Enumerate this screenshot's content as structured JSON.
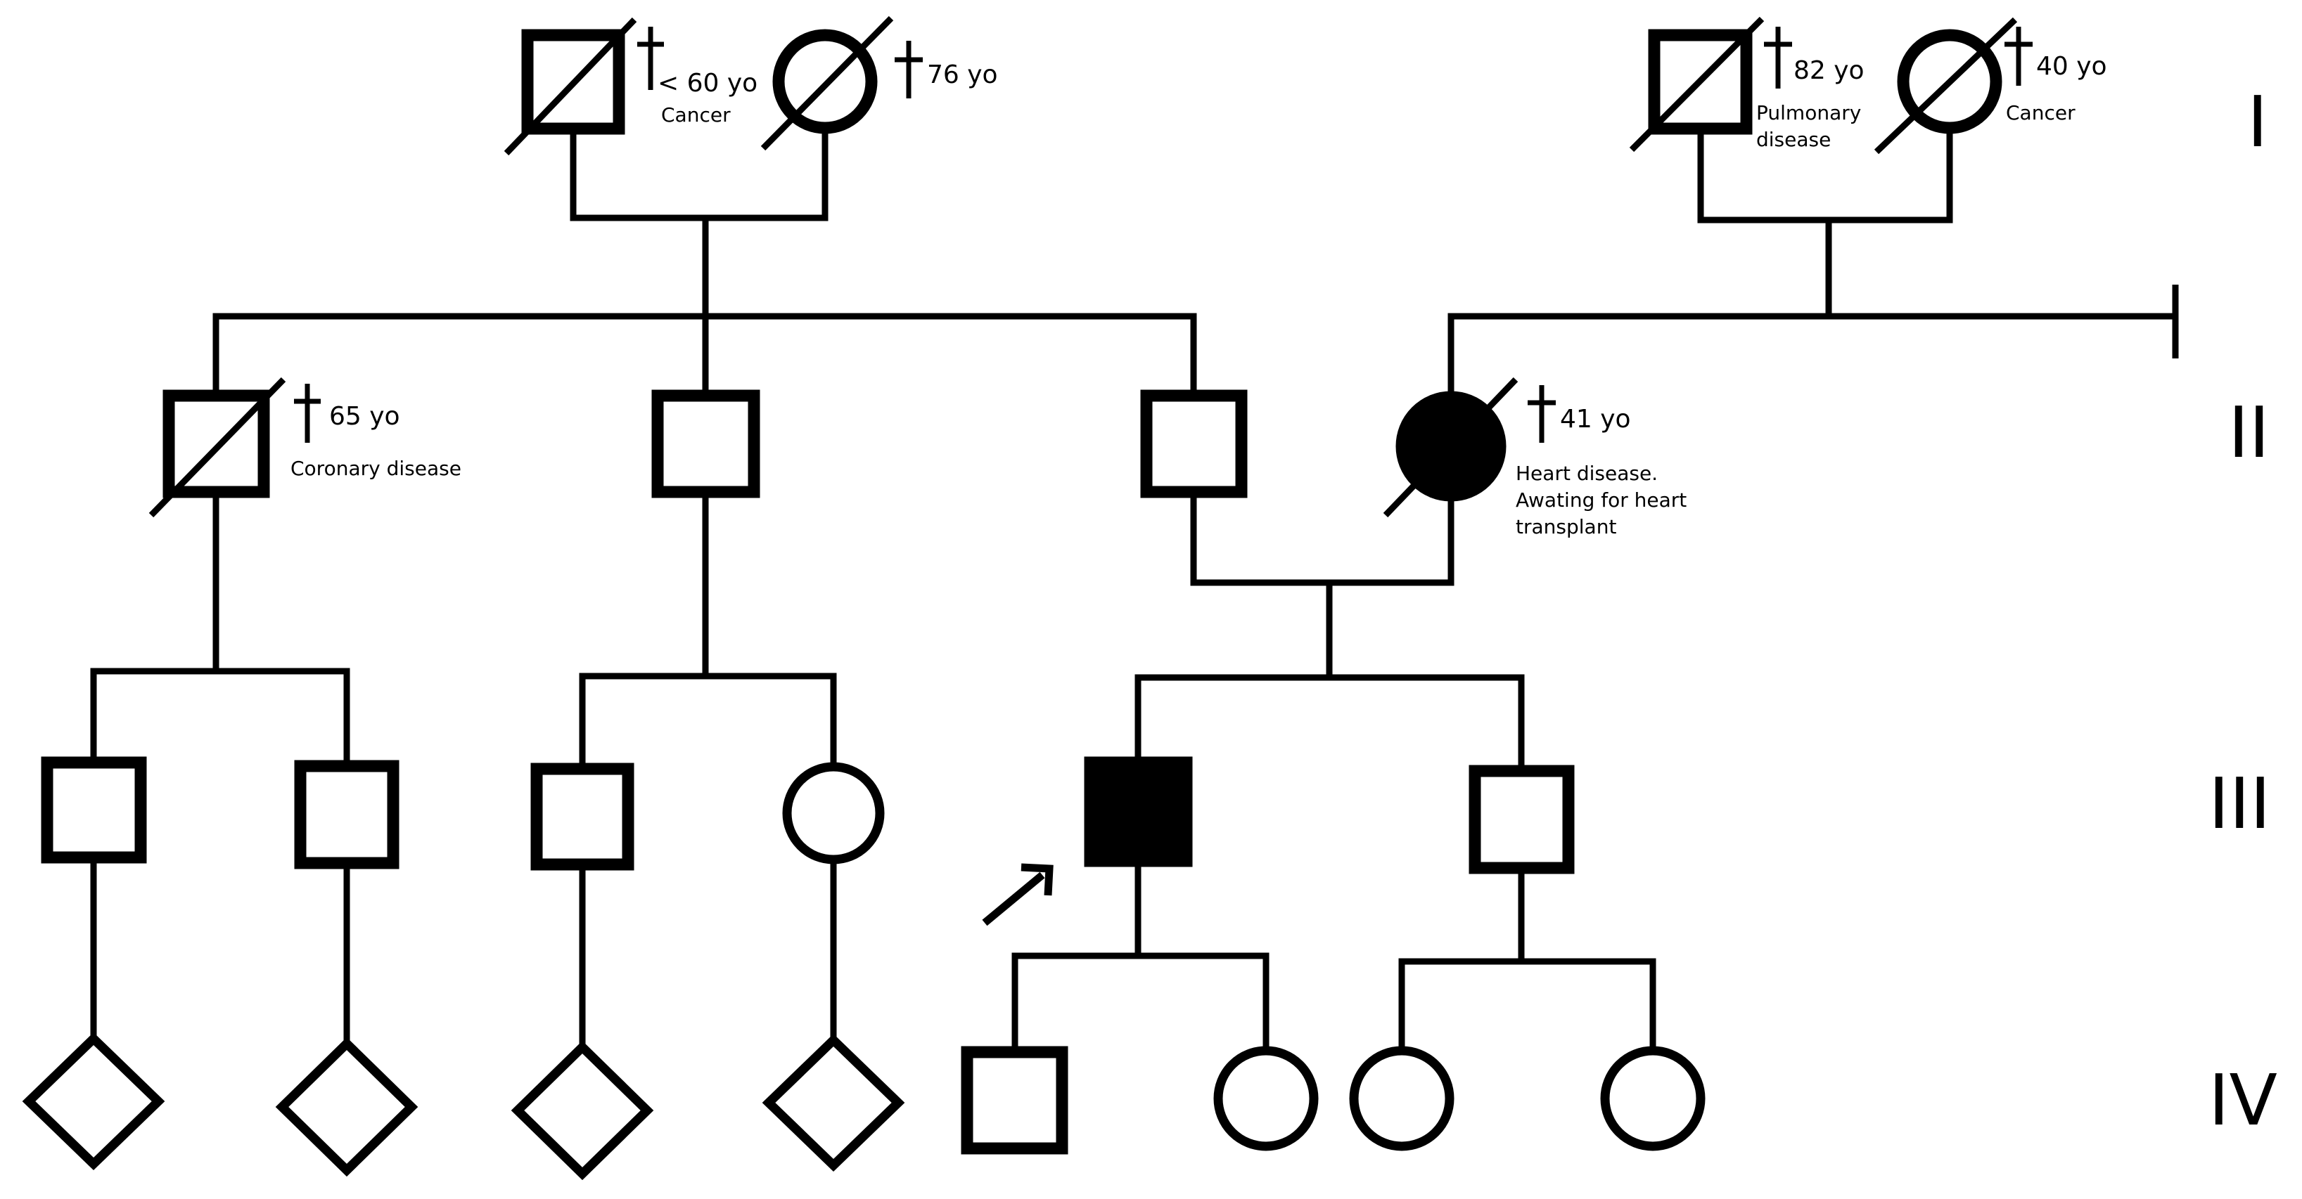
{
  "generations": [
    "I",
    "II",
    "III",
    "IV"
  ],
  "annotations": {
    "gp_paternal_father": {
      "age": "< 60 yo",
      "note": [
        "Cancer"
      ]
    },
    "gp_paternal_mother": {
      "age": "76 yo",
      "note": []
    },
    "gp_maternal_father": {
      "age": "82 yo",
      "note": [
        "Pulmonary",
        "disease"
      ]
    },
    "gp_maternal_mother": {
      "age": "40 yo",
      "note": [
        "Cancer"
      ]
    },
    "uncle_1": {
      "age": "65 yo",
      "note": [
        "Coronary disease"
      ]
    },
    "mother": {
      "age": "41 yo",
      "note": [
        "Heart disease.",
        "Awating for heart",
        "transplant"
      ]
    }
  },
  "legend": {
    "deceased_symbol": "slash",
    "affected_fill": "#000000",
    "proband_marker": "arrow",
    "death_mark": "dagger"
  }
}
